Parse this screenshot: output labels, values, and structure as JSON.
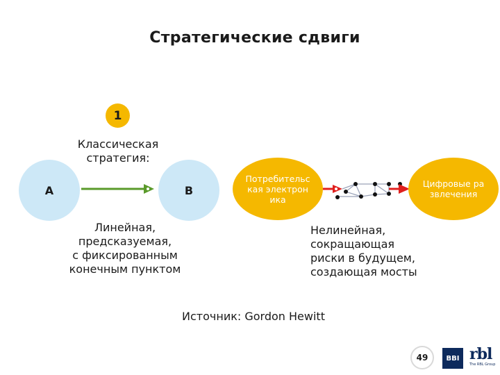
{
  "title": "Стратегические сдвиги",
  "badge": "1",
  "left": {
    "heading_line1": "Классическая",
    "heading_line2": "стратегия:",
    "node_a": "A",
    "node_b": "B",
    "desc_line1": "Линейная,",
    "desc_line2": "предсказуемая,",
    "desc_line3": "с фиксированным",
    "desc_line4": "конечным пунктом"
  },
  "right": {
    "node_start": "Потребительская электроника",
    "node_end": "Цифровые развлечения",
    "desc_line1": "Нелинейная,",
    "desc_line2": "сокращающая",
    "desc_line3": "риски в будущем,",
    "desc_line4": "создающая мосты"
  },
  "source": "Источник:  Gordon Hewitt",
  "footer": {
    "page_number": "49",
    "logo_bbi": "BBI",
    "logo_rbl": "rbl",
    "logo_rbl_sub": "The RBL Group"
  },
  "colors": {
    "gold": "#f5b800",
    "light_blue": "#cde8f7",
    "arrow_green": "#5a9a2a",
    "arrow_red": "#e0201e",
    "navy": "#0d2a5c"
  }
}
